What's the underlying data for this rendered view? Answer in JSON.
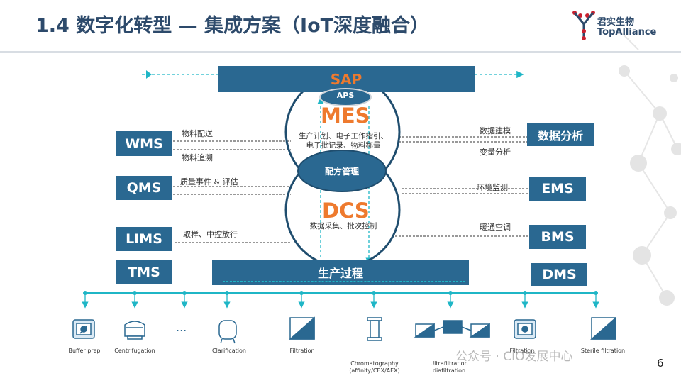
{
  "header": {
    "title": "1.4 数字化转型 — 集成方案（IoT深度融合）"
  },
  "logo": {
    "cn": "君实生物",
    "en": "TopAlliance"
  },
  "top": {
    "sap": "SAP",
    "aps": "APS"
  },
  "core": {
    "mes": "MES",
    "mes_desc_1": "生产计划、电子工作指引、",
    "mes_desc_2": "电子批记录、物料称量",
    "recipe": "配方管理",
    "dcs": "DCS",
    "dcs_desc": "数据采集、批次控制",
    "process": "生产过程"
  },
  "left": {
    "wms": "WMS",
    "qms": "QMS",
    "lims": "LIMS",
    "tms": "TMS",
    "wms_label_1": "物料配送",
    "wms_label_2": "物料追溯",
    "qms_label": "质量事件 & 评估",
    "lims_label": "取样、中控放行"
  },
  "right": {
    "analysis": "数据分析",
    "ems": "EMS",
    "bms": "BMS",
    "dms": "DMS",
    "analysis_label_1": "数据建模",
    "analysis_label_2": "变量分析",
    "ems_label": "环境监测",
    "bms_label": "暖通空调"
  },
  "equipment": {
    "buffer": "Buffer prep",
    "centrifugation": "Centrifugation",
    "dots": "...",
    "clarification": "Clarification",
    "filtration": "Filtration",
    "chrom_1": "Chromatography",
    "chrom_2": "(affinity/CEX/AEX)",
    "uf_1": "Ultrafiltration",
    "uf_2": "diafiltration",
    "filtration2": "Filtration",
    "sterile": "Sterile filtration"
  },
  "footer": {
    "watermark": "公众号 · CIO发展中心",
    "page": "6"
  },
  "colors": {
    "box": "#2a6891",
    "accent": "#ee7a2e",
    "cyan": "#1fb6c6",
    "circle": "#1f4d6e"
  }
}
